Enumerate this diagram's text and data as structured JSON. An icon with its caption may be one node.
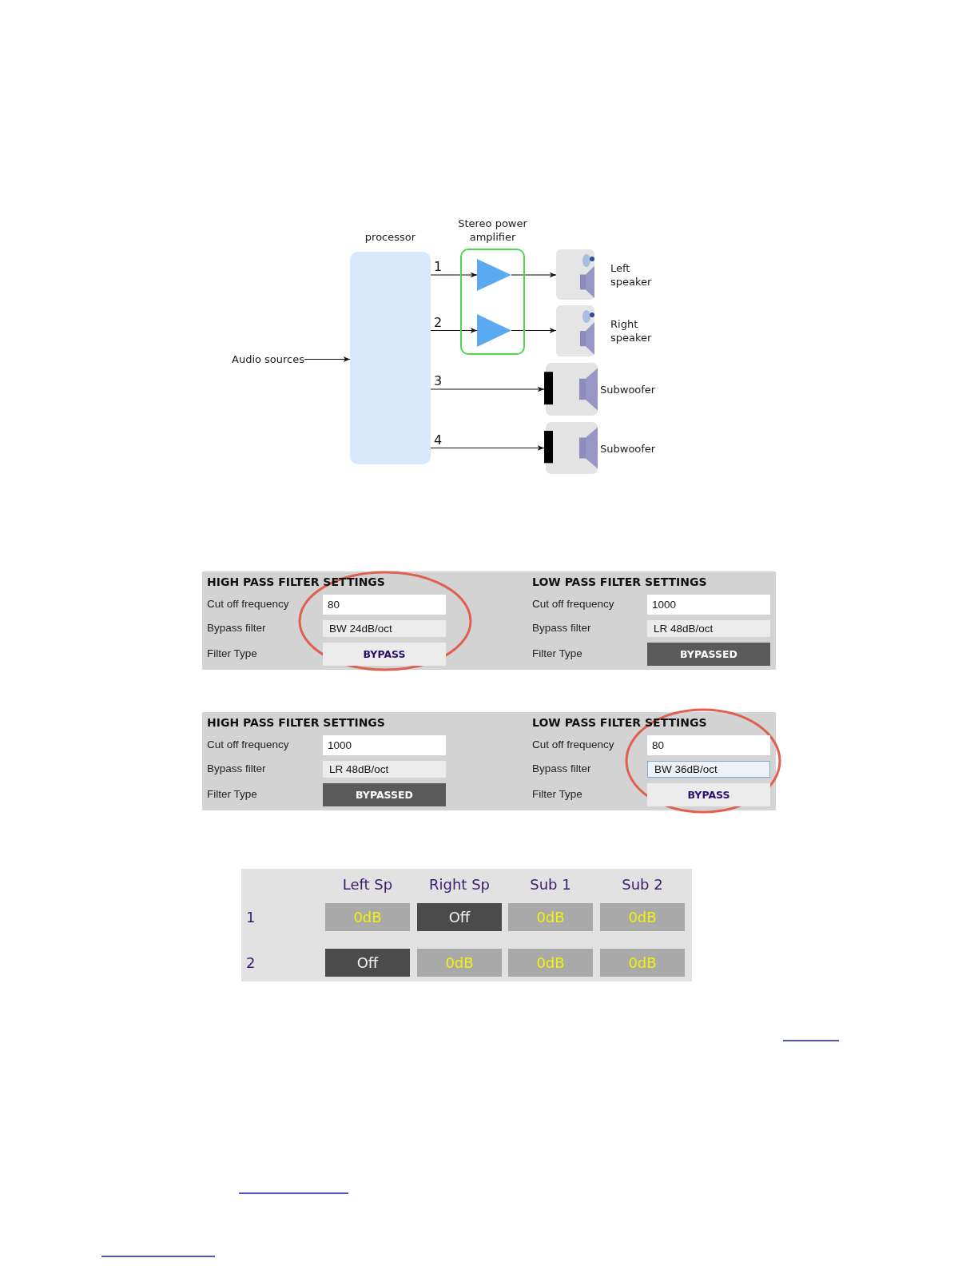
{
  "diagram": {
    "nodes": [
      {
        "text": [
          "Audio sources"
        ]
      },
      {
        "text": [
          "processor"
        ]
      },
      {
        "text": [
          "Stereo power amplifier"
        ]
      },
      {
        "text": [],
        "shape": "triangle",
        "in": 2
      },
      {
        "text": [],
        "shape": "triangle",
        "in": 2
      },
      {
        "text": [
          "Left speaker"
        ]
      },
      {
        "text": [
          "Right speaker"
        ]
      },
      {
        "text": [
          "Subwoofer"
        ]
      },
      {
        "text": [
          "Subwoofer"
        ]
      }
    ],
    "edges": [
      {
        "from": 0,
        "to": 1,
        "arrow": "to"
      },
      {
        "from": 1,
        "to": 3,
        "arrow": "to",
        "label": "1"
      },
      {
        "from": 1,
        "to": 4,
        "arrow": "to",
        "label": "2"
      },
      {
        "from": 3,
        "to": 5,
        "arrow": "to"
      },
      {
        "from": 4,
        "to": 6,
        "arrow": "to"
      },
      {
        "from": 1,
        "to": 7,
        "arrow": "to",
        "label": "3"
      },
      {
        "from": 1,
        "to": 8,
        "arrow": "to",
        "label": "4"
      }
    ],
    "labels": [
      "HIGH PASS FILTER SETTINGS",
      "LOW PASS FILTER SETTINGS",
      "Cut off frequency",
      "80",
      "Cut off frequency",
      "1000",
      "Bypass filter",
      "BW 24dB/oct",
      "Bypass filter",
      "LR 48dB/oct",
      "Filter Type",
      "BYPASS",
      "Filter Type",
      "BYPASSED",
      "HIGH PASS FILTER SETTINGS",
      "LOW PASS FILTER SETTINGS",
      "Cut off frequency",
      "1000",
      "Cut off frequency",
      "80",
      "Bypass filter",
      "LR 48dB/oct",
      "Bypass filter",
      "BW 36dB/oct",
      "Filter Type",
      "BYPASSED",
      "Filter Type",
      "BYPASS",
      "Left Sp",
      "Right Sp",
      "Sub 1",
      "Sub 2",
      "1",
      "0dB",
      "Off",
      "0dB",
      "0dB",
      "2",
      "Off",
      "0dB",
      "0dB",
      "0dB"
    ]
  }
}
